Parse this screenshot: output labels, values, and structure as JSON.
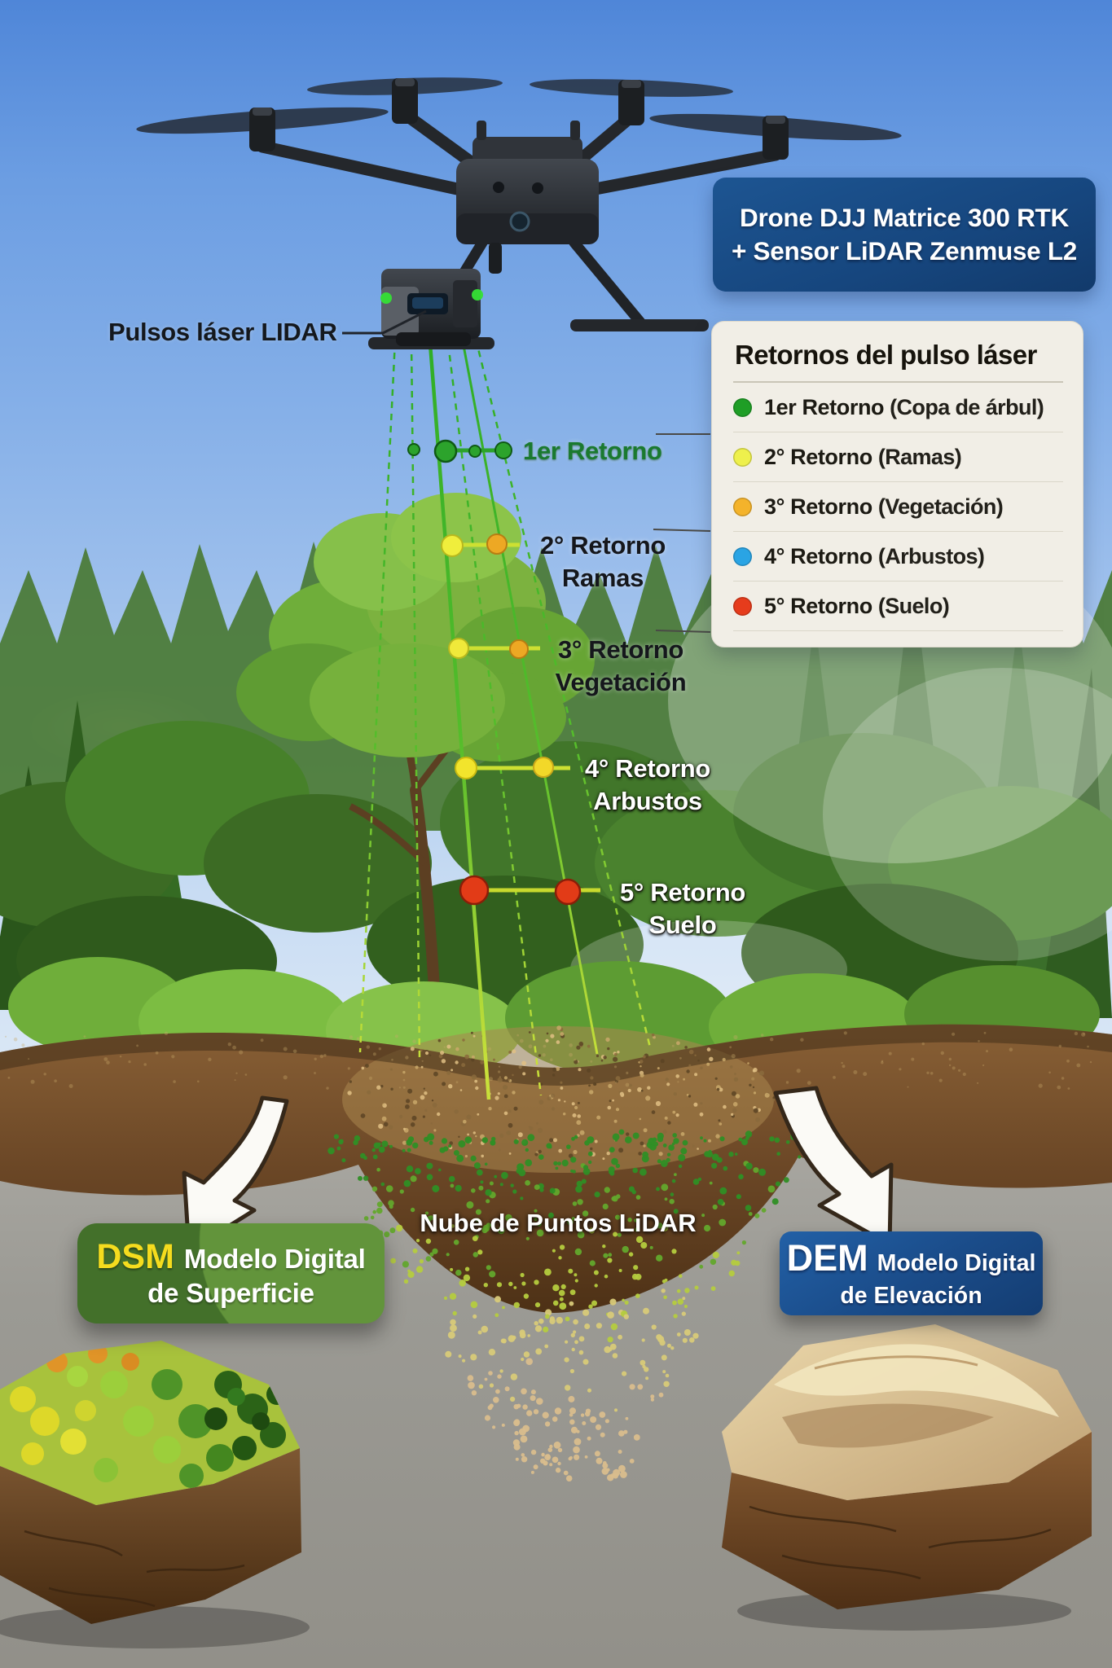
{
  "sensor_pointer_label": "Pulsos láser LIDAR",
  "drone_box": {
    "line1": "Drone DJJ Matrice 300 RTK",
    "line2": "+ Sensor LiDAR Zenmuse L2",
    "bg": "#16467e"
  },
  "legend": {
    "title": "Retornos del pulso láser",
    "items": [
      {
        "name": "1er Retorno",
        "desc": "(Copa de árbul)",
        "color": "#1f9e26"
      },
      {
        "name": "2° Retorno",
        "desc": "(Ramas)",
        "color": "#eef04c"
      },
      {
        "name": "3° Retorno",
        "desc": "(Vegetación)",
        "color": "#f4b32b"
      },
      {
        "name": "4° Retorno",
        "desc": "(Arbustos)",
        "color": "#2aa4e4"
      },
      {
        "name": "5° Retorno",
        "desc": "(Suelo)",
        "color": "#e63c1c"
      }
    ]
  },
  "returns": [
    {
      "line1": "1er Retorno",
      "line2": ""
    },
    {
      "line1": "2° Retorno",
      "line2": "Ramas"
    },
    {
      "line1": "3° Retorno",
      "line2": "Vegetación"
    },
    {
      "line1": "4° Retorno",
      "line2": "Arbustos"
    },
    {
      "line1": "5° Retorno",
      "line2": "Suelo"
    }
  ],
  "point_cloud_label": "Nube de Puntos LiDAR",
  "outputs": {
    "dsm": {
      "abbr": "DSM",
      "line1": "Modelo Digital",
      "line2": "de Superficie",
      "abbr_color": "#f5dc1e",
      "bg": "#4e7c30"
    },
    "dem": {
      "abbr": "DEM",
      "line1": "Modelo Digital",
      "line2": "de Elevación",
      "bg": "#1d4f8e"
    }
  },
  "colors": {
    "beam_green": "#2fae27",
    "beam_yellow": "#c8e03a",
    "soil_brown": "#6b4a2a",
    "sky_top": "#4f86d8"
  }
}
